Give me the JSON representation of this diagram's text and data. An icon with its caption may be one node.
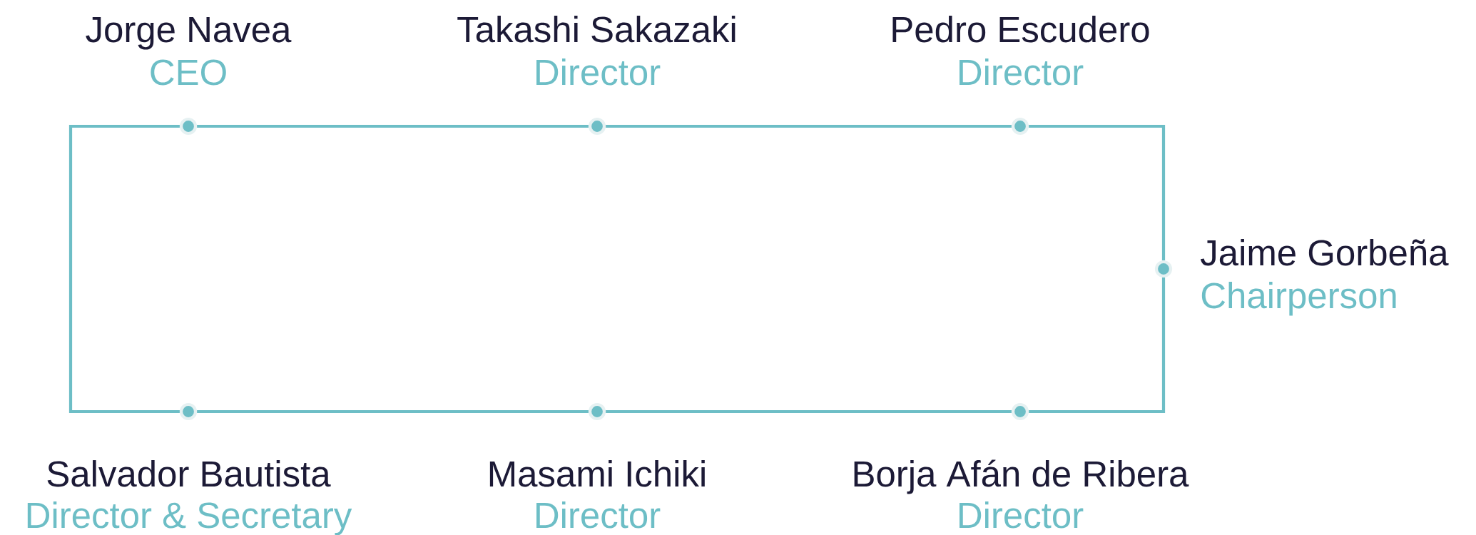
{
  "diagram": {
    "nodes": [
      {
        "text": [],
        "shape": "circle",
        "beside": [
          "Jorge Navea",
          "CEO"
        ]
      },
      {
        "text": [],
        "shape": "circle",
        "beside": [
          "Takashi Sakazaki",
          "Director"
        ]
      },
      {
        "text": [],
        "shape": "circle",
        "beside": [
          "Pedro Escudero",
          "Director"
        ]
      },
      {
        "text": [],
        "shape": "circle",
        "beside": [
          "Jaime Gorbeña",
          "Chairperson"
        ]
      },
      {
        "text": [],
        "shape": "circle",
        "beside": [
          "Salvador Bautista",
          "Director & Secretary"
        ]
      },
      {
        "text": [],
        "shape": "circle",
        "beside": [
          "Masami Ichiki",
          "Director"
        ]
      },
      {
        "text": [],
        "shape": "circle",
        "beside": [
          "Borja Afán de Ribera",
          "Director"
        ]
      }
    ],
    "edges": [
      {
        "from": 0,
        "to": 1,
        "arrow": "none"
      },
      {
        "from": 1,
        "to": 2,
        "arrow": "none"
      },
      {
        "from": 2,
        "to": 3,
        "arrow": "none"
      },
      {
        "from": 3,
        "to": 6,
        "arrow": "none"
      },
      {
        "from": 6,
        "to": 5,
        "arrow": "none"
      },
      {
        "from": 5,
        "to": 4,
        "arrow": "none"
      },
      {
        "from": 4,
        "to": 0,
        "arrow": "none"
      }
    ]
  }
}
